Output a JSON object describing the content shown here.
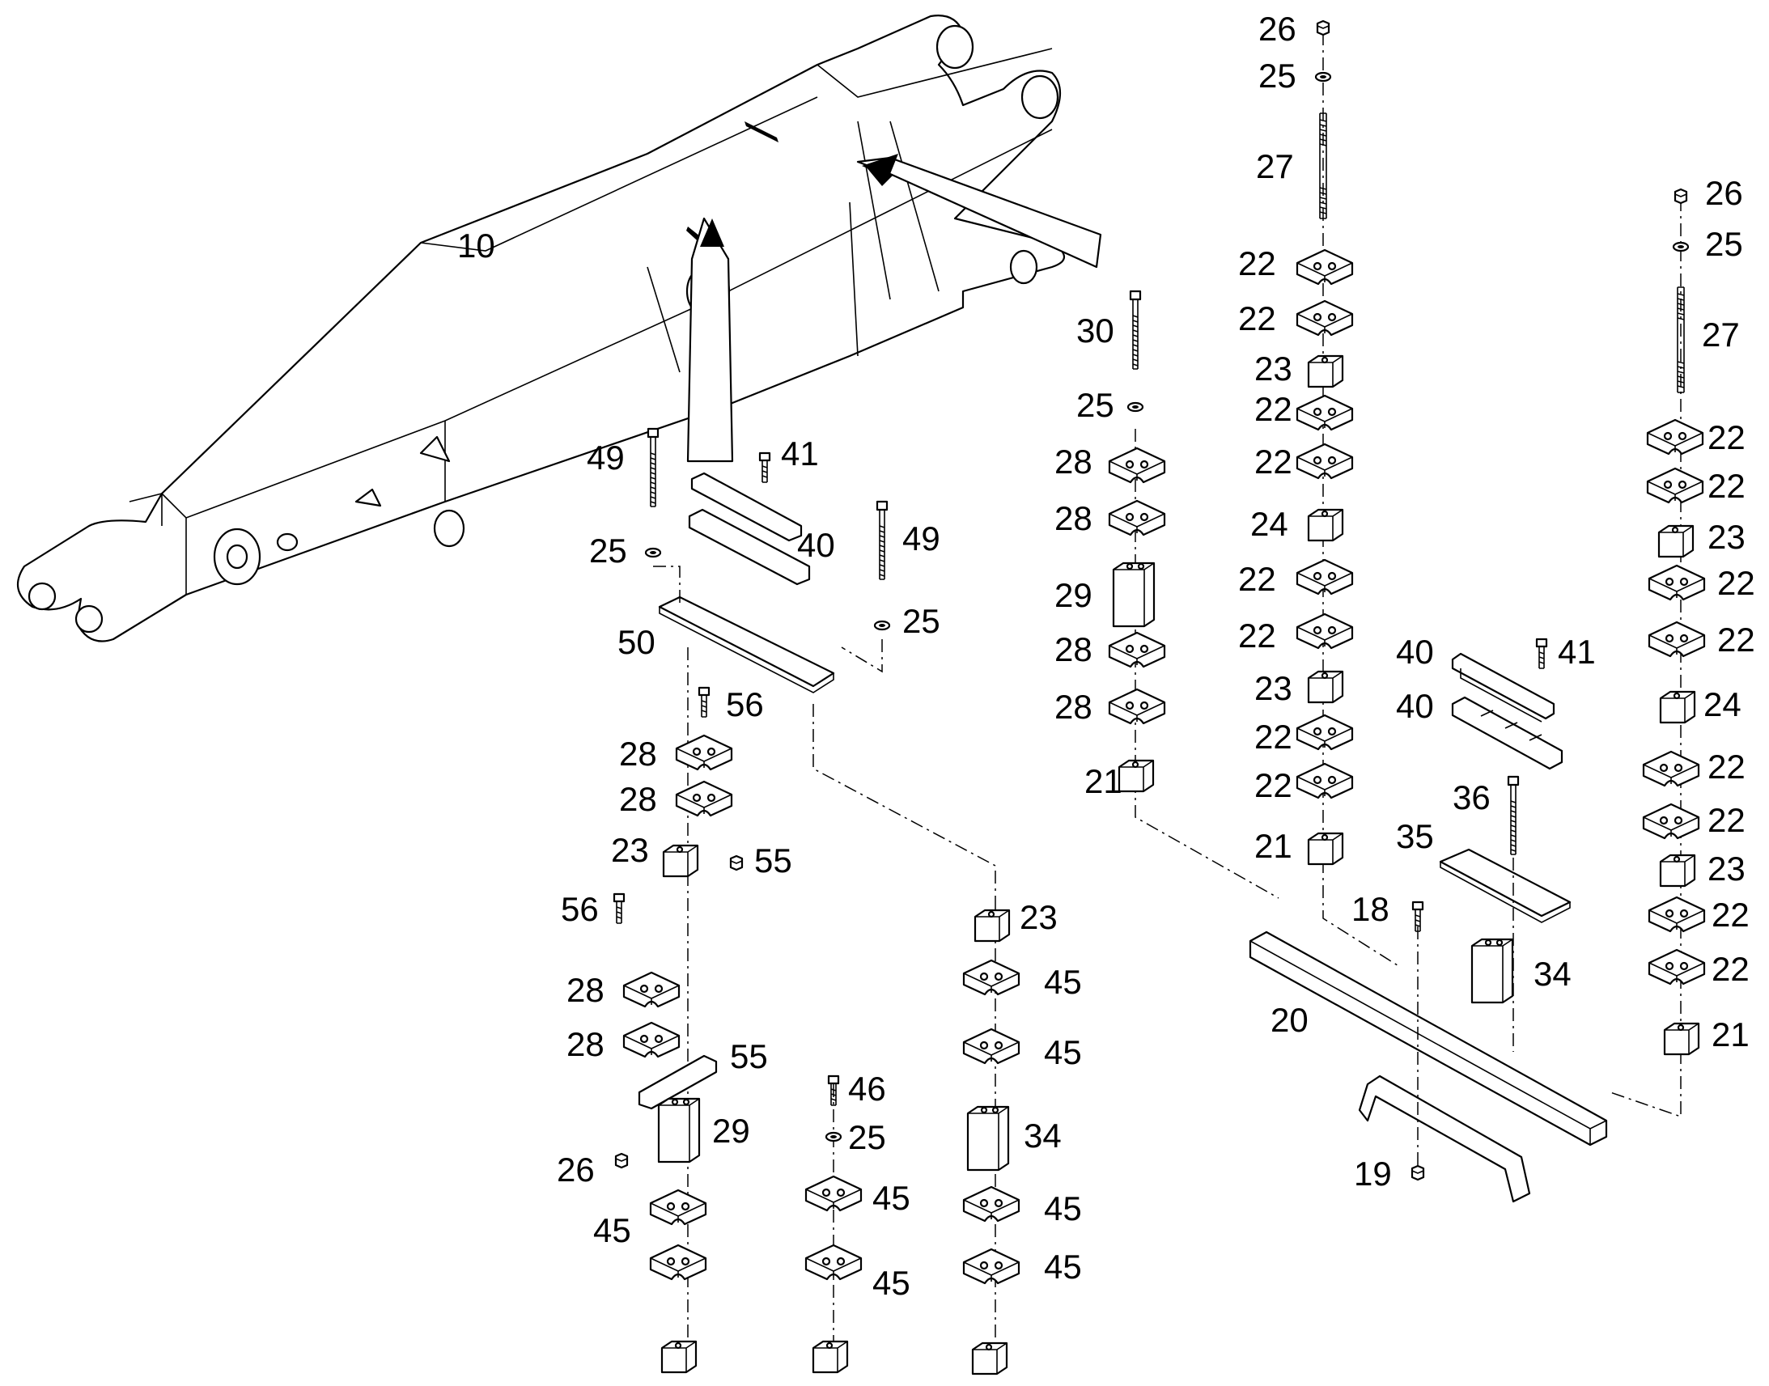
{
  "labels": [
    {
      "id": "boom",
      "text": "10"
    },
    {
      "id": "l26a",
      "text": "26"
    },
    {
      "id": "l25a",
      "text": "25"
    },
    {
      "id": "l27a",
      "text": "27"
    },
    {
      "id": "l22a",
      "text": "22"
    },
    {
      "id": "l22b",
      "text": "22"
    },
    {
      "id": "l23a",
      "text": "23"
    },
    {
      "id": "l22c",
      "text": "22"
    },
    {
      "id": "l22d",
      "text": "22"
    },
    {
      "id": "l24a",
      "text": "24"
    },
    {
      "id": "l22e",
      "text": "22"
    },
    {
      "id": "l22f",
      "text": "22"
    },
    {
      "id": "l23b",
      "text": "23"
    },
    {
      "id": "l22g",
      "text": "22"
    },
    {
      "id": "l22h",
      "text": "22"
    },
    {
      "id": "l21a",
      "text": "21"
    },
    {
      "id": "l26b",
      "text": "26"
    },
    {
      "id": "l25b",
      "text": "25"
    },
    {
      "id": "l27b",
      "text": "27"
    },
    {
      "id": "l22i",
      "text": "22"
    },
    {
      "id": "l22j",
      "text": "22"
    },
    {
      "id": "l23c",
      "text": "23"
    },
    {
      "id": "l22k",
      "text": "22"
    },
    {
      "id": "l22l",
      "text": "22"
    },
    {
      "id": "l24b",
      "text": "24"
    },
    {
      "id": "l22m",
      "text": "22"
    },
    {
      "id": "l22n",
      "text": "22"
    },
    {
      "id": "l23d",
      "text": "23"
    },
    {
      "id": "l22o",
      "text": "22"
    },
    {
      "id": "l22p",
      "text": "22"
    },
    {
      "id": "l21b",
      "text": "21"
    },
    {
      "id": "l30",
      "text": "30"
    },
    {
      "id": "l25c",
      "text": "25"
    },
    {
      "id": "l28a",
      "text": "28"
    },
    {
      "id": "l28b",
      "text": "28"
    },
    {
      "id": "l29a",
      "text": "29"
    },
    {
      "id": "l28c",
      "text": "28"
    },
    {
      "id": "l28d",
      "text": "28"
    },
    {
      "id": "l21c",
      "text": "21"
    },
    {
      "id": "l40a",
      "text": "40"
    },
    {
      "id": "l41a",
      "text": "41"
    },
    {
      "id": "l40b",
      "text": "40"
    },
    {
      "id": "l36",
      "text": "36"
    },
    {
      "id": "l35",
      "text": "35"
    },
    {
      "id": "l18",
      "text": "18"
    },
    {
      "id": "l34a",
      "text": "34"
    },
    {
      "id": "l20",
      "text": "20"
    },
    {
      "id": "l19",
      "text": "19"
    },
    {
      "id": "l49a",
      "text": "49"
    },
    {
      "id": "l41b",
      "text": "41"
    },
    {
      "id": "l40c",
      "text": "40"
    },
    {
      "id": "l25d",
      "text": "25"
    },
    {
      "id": "l49b",
      "text": "49"
    },
    {
      "id": "l25e",
      "text": "25"
    },
    {
      "id": "l50",
      "text": "50"
    },
    {
      "id": "l56a",
      "text": "56"
    },
    {
      "id": "l28e",
      "text": "28"
    },
    {
      "id": "l28f",
      "text": "28"
    },
    {
      "id": "l23e",
      "text": "23"
    },
    {
      "id": "l55a",
      "text": "55"
    },
    {
      "id": "l56b",
      "text": "56"
    },
    {
      "id": "l28g",
      "text": "28"
    },
    {
      "id": "l28h",
      "text": "28"
    },
    {
      "id": "l55b",
      "text": "55"
    },
    {
      "id": "l29b",
      "text": "29"
    },
    {
      "id": "l26c",
      "text": "26"
    },
    {
      "id": "l45a",
      "text": "45"
    },
    {
      "id": "l46",
      "text": "46"
    },
    {
      "id": "l25f",
      "text": "25"
    },
    {
      "id": "l45b",
      "text": "45"
    },
    {
      "id": "l45c",
      "text": "45"
    },
    {
      "id": "l23f",
      "text": "23"
    },
    {
      "id": "l45d",
      "text": "45"
    },
    {
      "id": "l45e",
      "text": "45"
    },
    {
      "id": "l34b",
      "text": "34"
    },
    {
      "id": "l45f",
      "text": "45"
    },
    {
      "id": "l45g",
      "text": "45"
    }
  ]
}
